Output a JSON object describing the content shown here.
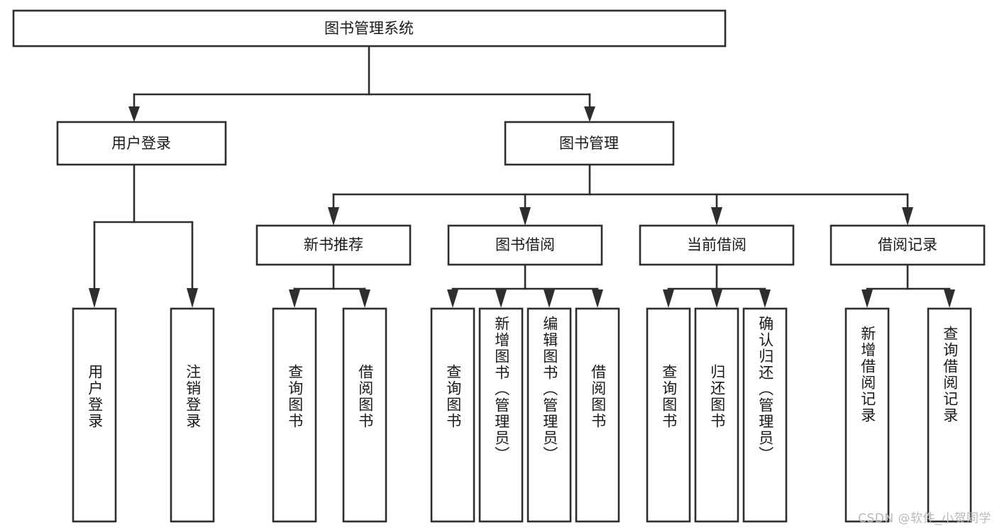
{
  "diagram": {
    "type": "tree",
    "title": "图书管理系统",
    "orientation": "top-down",
    "colors": {
      "box_fill": "#ffffff",
      "box_stroke": "#2e2e2e",
      "text": "#1a1a1a",
      "background": "#ffffff",
      "watermark": "#b9b9b9"
    },
    "root": {
      "label": "图书管理系统",
      "orientation": "horizontal"
    },
    "level1": [
      {
        "label": "用户登录",
        "orientation": "horizontal"
      },
      {
        "label": "图书管理",
        "orientation": "horizontal"
      }
    ],
    "level2": [
      {
        "label": "新书推荐",
        "orientation": "horizontal"
      },
      {
        "label": "图书借阅",
        "orientation": "horizontal"
      },
      {
        "label": "当前借阅",
        "orientation": "horizontal"
      },
      {
        "label": "借阅记录",
        "orientation": "horizontal"
      }
    ],
    "leaves": [
      {
        "label": "用户登录",
        "parent": "用户登录",
        "orientation": "vertical"
      },
      {
        "label": "注销登录",
        "parent": "用户登录",
        "orientation": "vertical"
      },
      {
        "label": "查询图书",
        "parent": "新书推荐",
        "orientation": "vertical"
      },
      {
        "label": "借阅图书",
        "parent": "新书推荐",
        "orientation": "vertical"
      },
      {
        "label": "查询图书",
        "parent": "图书借阅",
        "orientation": "vertical"
      },
      {
        "label": "新增图书（管理员）",
        "parent": "图书借阅",
        "orientation": "vertical"
      },
      {
        "label": "编辑图书（管理员）",
        "parent": "图书借阅",
        "orientation": "vertical"
      },
      {
        "label": "借阅图书",
        "parent": "图书借阅",
        "orientation": "vertical"
      },
      {
        "label": "查询图书",
        "parent": "当前借阅",
        "orientation": "vertical"
      },
      {
        "label": "归还图书",
        "parent": "当前借阅",
        "orientation": "vertical"
      },
      {
        "label": "确认归还（管理员）",
        "parent": "当前借阅",
        "orientation": "vertical"
      },
      {
        "label": "新增借阅记录",
        "parent": "借阅记录",
        "orientation": "vertical"
      },
      {
        "label": "查询借阅记录",
        "parent": "借阅记录",
        "orientation": "vertical"
      }
    ]
  },
  "watermark": {
    "text": "CSDN @软件_小贺同学"
  }
}
